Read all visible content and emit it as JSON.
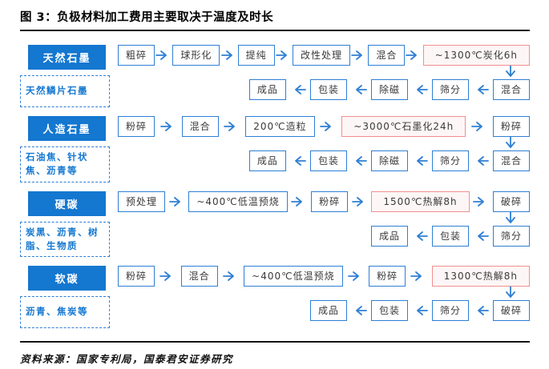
{
  "title": "图 3：负极材料加工费用主要取决于温度及时长",
  "source": "资料来源：国家专利局，国泰君安证券研究",
  "colors": {
    "category_fill": "#1477d0",
    "box_border": "#2e7fd4",
    "arrow": "#2e7fd4",
    "highlight_border": "#f0908f",
    "highlight_fill": "#fdf6f6",
    "box_text": "#3a3a3a"
  },
  "rows": [
    {
      "id": "natural-graphite",
      "category": "天然石墨",
      "materials": "天然鳞片石墨",
      "top_steps": [
        {
          "label": "粗碎"
        },
        {
          "label": "球形化"
        },
        {
          "label": "提纯"
        },
        {
          "label": "改性处理"
        },
        {
          "label": "混合"
        },
        {
          "label": "~1300℃炭化6h",
          "highlight": true
        }
      ],
      "bottom_steps": [
        {
          "label": "成品"
        },
        {
          "label": "包装"
        },
        {
          "label": "除磁"
        },
        {
          "label": "筛分"
        },
        {
          "label": "混合"
        }
      ]
    },
    {
      "id": "artificial-graphite",
      "category": "人造石墨",
      "materials": "石油焦、针状焦、沥青等",
      "top_steps": [
        {
          "label": "粉碎"
        },
        {
          "label": "混合"
        },
        {
          "label": "200℃造粒"
        },
        {
          "label": "~3000℃石墨化24h",
          "highlight": true
        },
        {
          "label": "粉碎"
        }
      ],
      "bottom_steps": [
        {
          "label": "成品"
        },
        {
          "label": "包装"
        },
        {
          "label": "除磁"
        },
        {
          "label": "筛分"
        },
        {
          "label": "混合"
        }
      ]
    },
    {
      "id": "hard-carbon",
      "category": "硬碳",
      "materials": "炭黑、沥青、树脂、生物质",
      "top_steps": [
        {
          "label": "预处理"
        },
        {
          "label": "~400℃低温预烧"
        },
        {
          "label": "粉碎"
        },
        {
          "label": "1500℃热解8h",
          "highlight": true
        },
        {
          "label": "破碎"
        }
      ],
      "bottom_steps": [
        {
          "label": "成品"
        },
        {
          "label": "包装"
        },
        {
          "label": "筛分"
        }
      ]
    },
    {
      "id": "soft-carbon",
      "category": "软碳",
      "materials": "沥青、焦炭等",
      "top_steps": [
        {
          "label": "粉碎"
        },
        {
          "label": "混合"
        },
        {
          "label": "~400℃低温预烧"
        },
        {
          "label": "粉碎"
        },
        {
          "label": "1300℃热解8h",
          "highlight": true
        }
      ],
      "bottom_steps": [
        {
          "label": "成品"
        },
        {
          "label": "包装"
        },
        {
          "label": "筛分"
        },
        {
          "label": "破碎"
        }
      ]
    }
  ]
}
